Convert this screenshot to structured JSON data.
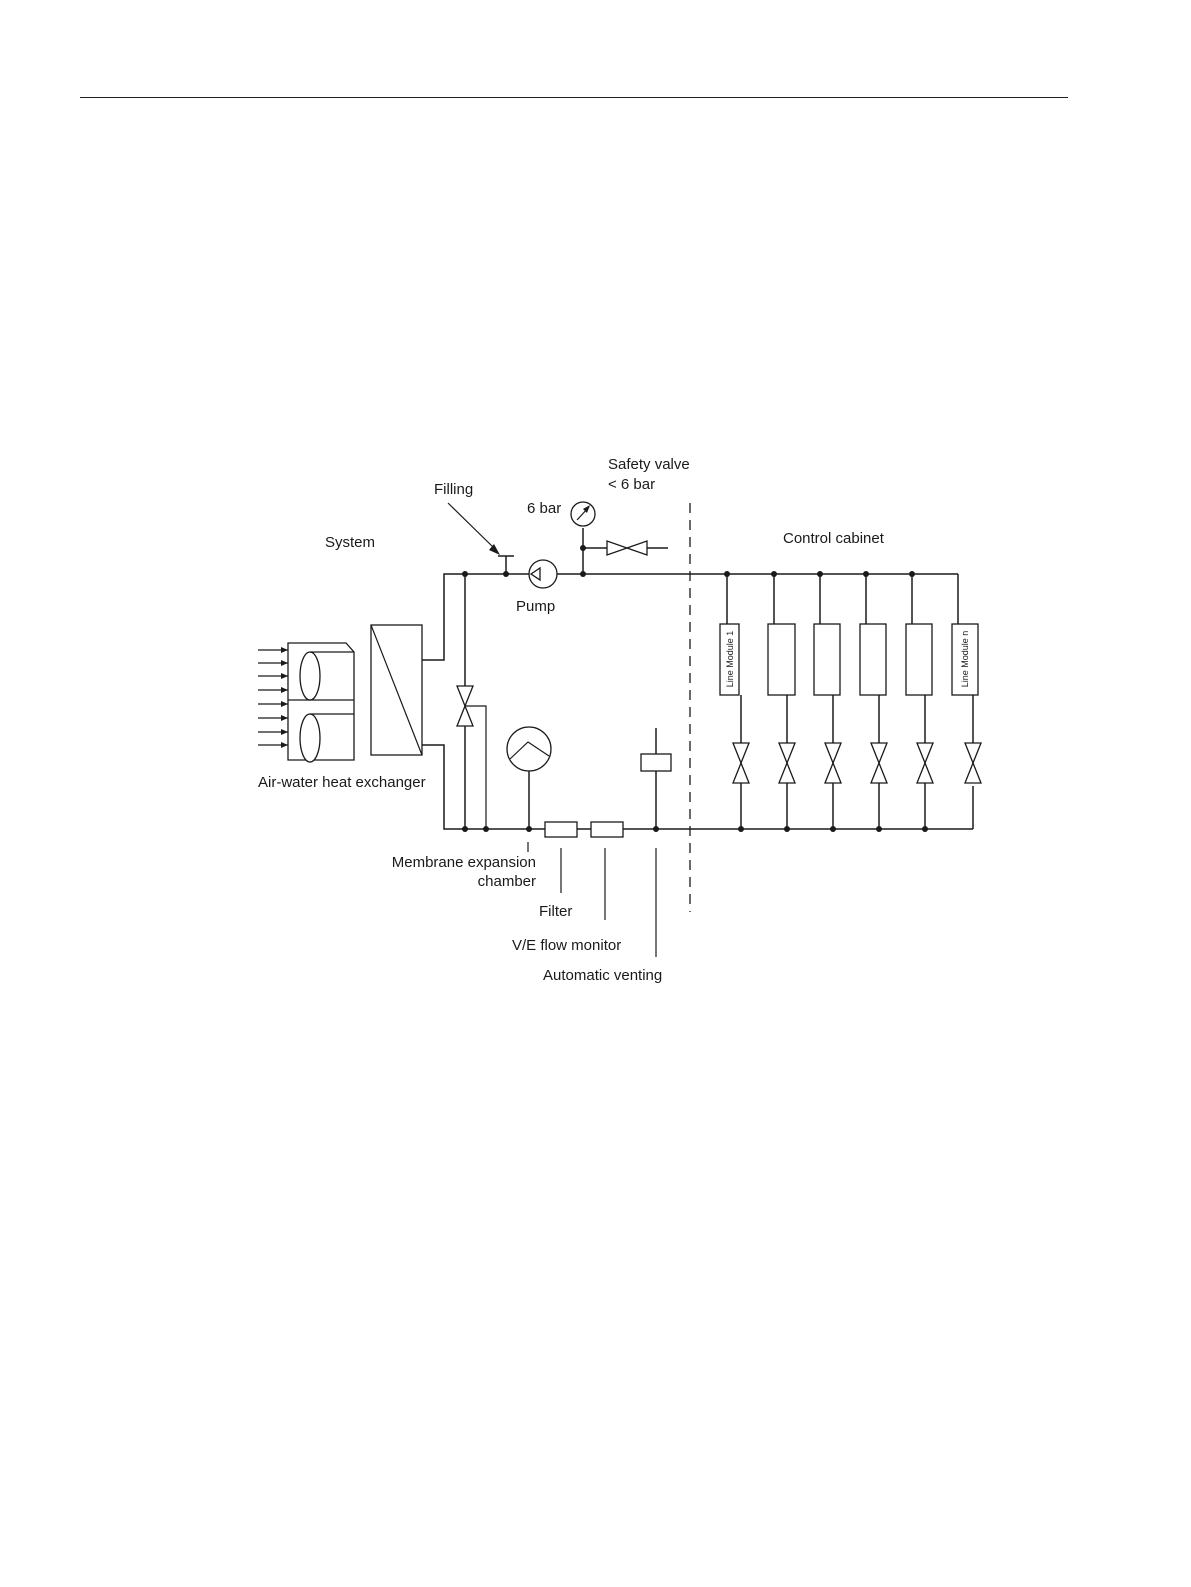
{
  "labels": {
    "system": "System",
    "filling": "Filling",
    "gauge": "6 bar",
    "safety_valve_line1": "Safety valve",
    "safety_valve_line2": "< 6 bar",
    "control_cabinet": "Control cabinet",
    "pump": "Pump",
    "heat_exchanger": "Air-water heat exchanger",
    "expansion_line1": "Membrane expansion",
    "expansion_line2": "chamber",
    "filter": "Filter",
    "flow_monitor": "V/E flow monitor",
    "venting": "Automatic venting",
    "line_module_first": "Line Module 1",
    "line_module_last": "Line Module n"
  },
  "colors": {
    "line": "#1a1a1a",
    "background": "#ffffff"
  }
}
